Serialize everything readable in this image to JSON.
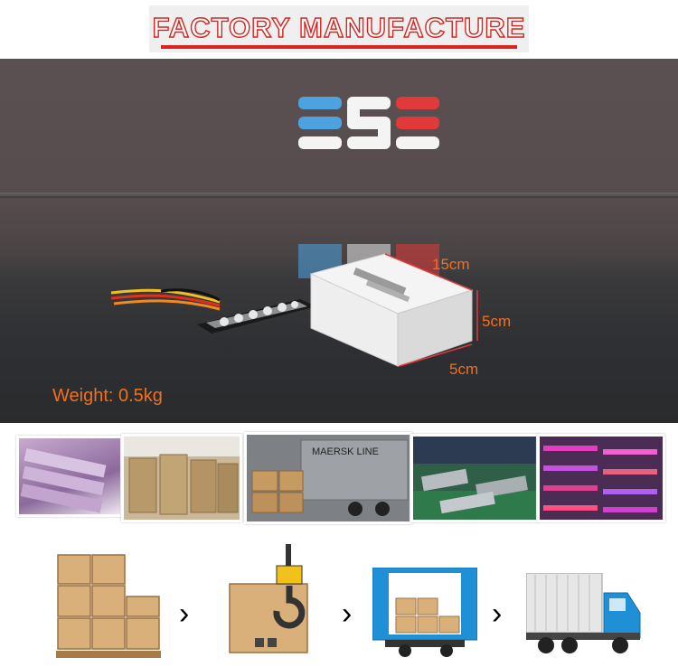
{
  "header": {
    "title": "FACTORY MANUFACTURE"
  },
  "product": {
    "dim_length": "15cm",
    "dim_height": "5cm",
    "dim_width": "5cm",
    "weight": "Weight: 0.5kg",
    "container_text": "MAERSK LINE"
  },
  "colors": {
    "accent_red": "#d8231e",
    "label_orange": "#f0701e",
    "logo_blue": "#4da3e0",
    "logo_red": "#e23a3a"
  },
  "gallery": {
    "thumbs": [
      "boxed-products-photo",
      "warehouse-cartons-photo",
      "container-loading-photo",
      "assembly-line-photo",
      "light-testing-photo"
    ]
  },
  "process": {
    "steps": [
      "stacked-boxes-icon",
      "crane-hook-box-icon",
      "loaded-truck-icon",
      "delivery-truck-icon"
    ],
    "separator": "›"
  }
}
